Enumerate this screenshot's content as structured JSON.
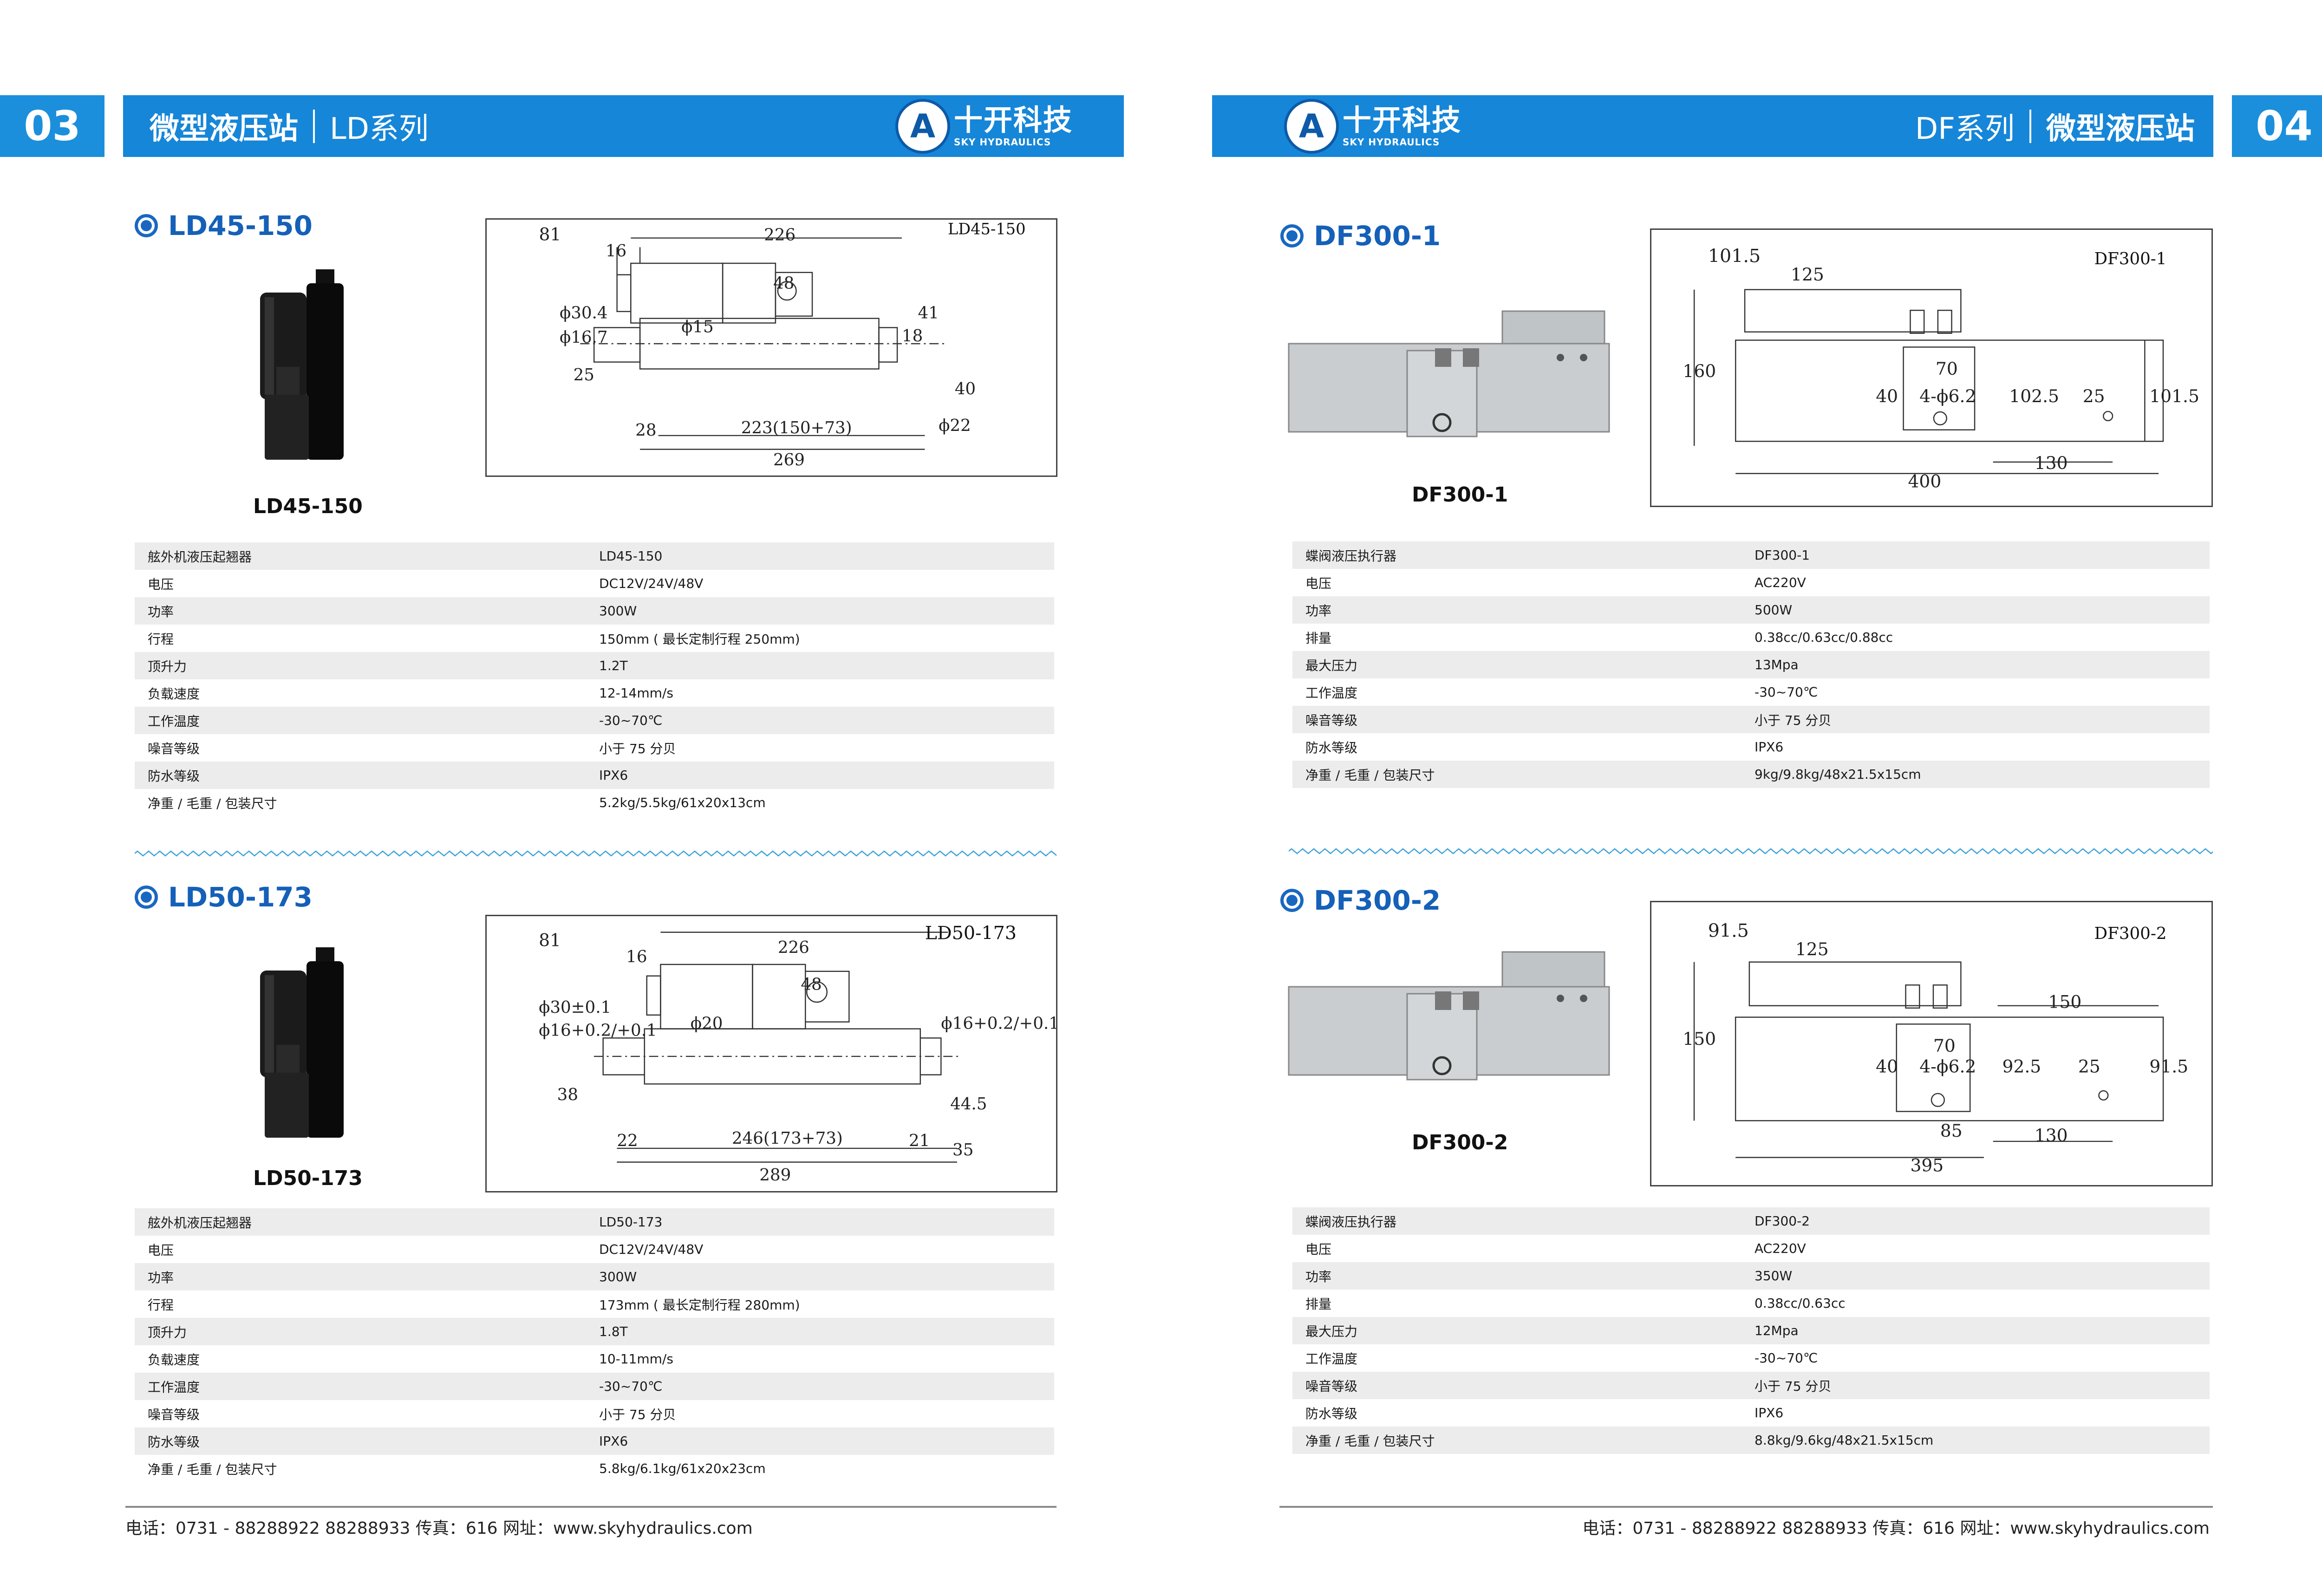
{
  "header": {
    "left_page": "03",
    "right_page": "04",
    "left_title_strong": "微型液压站",
    "left_title_series": "LD系列",
    "right_title_series": "DF系列",
    "right_title_strong": "微型液压站",
    "logo_cn": "十开科技",
    "logo_en": "SKY HYDRAULICS",
    "logo_mark": "A"
  },
  "colors": {
    "header_blue": "#1686d8",
    "page_num_blue": "#1b8fdc",
    "accent": "#1560b8",
    "row_shade": "#ececec"
  },
  "products": {
    "ld45": {
      "heading": "LD45-150",
      "caption": "LD45-150",
      "drawing": {
        "tag": "LD45-150",
        "roughness": "81",
        "dims": [
          "16",
          "226",
          "ϕ30.4",
          "ϕ16.7",
          "ϕ15",
          "48",
          "41",
          "18",
          "25",
          "40",
          "28",
          "223(150+73)",
          "ϕ22",
          "269"
        ]
      },
      "specs": [
        {
          "k": "舷外机液压起翘器",
          "v": "LD45-150"
        },
        {
          "k": "电压",
          "v": "DC12V/24V/48V"
        },
        {
          "k": "功率",
          "v": "300W"
        },
        {
          "k": "行程",
          "v": "150mm ( 最长定制行程 250mm)"
        },
        {
          "k": "顶升力",
          "v": "1.2T"
        },
        {
          "k": "负载速度",
          "v": "12-14mm/s"
        },
        {
          "k": "工作温度",
          "v": "-30~70℃"
        },
        {
          "k": "噪音等级",
          "v": "小于 75 分贝"
        },
        {
          "k": "防水等级",
          "v": "IPX6"
        },
        {
          "k": "净重 / 毛重 / 包装尺寸",
          "v": "5.2kg/5.5kg/61x20x13cm"
        }
      ]
    },
    "ld50": {
      "heading": "LD50-173",
      "caption": "LD50-173",
      "drawing": {
        "tag": "LD50-173",
        "roughness": "81",
        "dims": [
          "16",
          "226",
          "ϕ30±0.1",
          "ϕ16+0.2/+0.1",
          "ϕ20",
          "48",
          "ϕ16+0.2/+0.1",
          "38",
          "44.5",
          "22",
          "246(173+73)",
          "21",
          "35",
          "289"
        ]
      },
      "specs": [
        {
          "k": "舷外机液压起翘器",
          "v": "LD50-173"
        },
        {
          "k": "电压",
          "v": "DC12V/24V/48V"
        },
        {
          "k": "功率",
          "v": "300W"
        },
        {
          "k": "行程",
          "v": "173mm ( 最长定制行程 280mm)"
        },
        {
          "k": "顶升力",
          "v": "1.8T"
        },
        {
          "k": "负载速度",
          "v": "10-11mm/s"
        },
        {
          "k": "工作温度",
          "v": "-30~70℃"
        },
        {
          "k": "噪音等级",
          "v": "小于 75 分贝"
        },
        {
          "k": "防水等级",
          "v": "IPX6"
        },
        {
          "k": "净重 / 毛重 / 包装尺寸",
          "v": "5.8kg/6.1kg/61x20x23cm"
        }
      ]
    },
    "df1": {
      "heading": "DF300-1",
      "caption": "DF300-1",
      "drawing": {
        "tag": "DF300-1",
        "roughness": "101.5",
        "dims": [
          "125",
          "160",
          "70",
          "40",
          "4-ϕ6.2",
          "102.5",
          "25",
          "101.5",
          "400",
          "130"
        ]
      },
      "specs": [
        {
          "k": "蝶阀液压执行器",
          "v": "DF300-1"
        },
        {
          "k": "电压",
          "v": "AC220V"
        },
        {
          "k": "功率",
          "v": "500W"
        },
        {
          "k": "排量",
          "v": "0.38cc/0.63cc/0.88cc"
        },
        {
          "k": "最大压力",
          "v": "13Mpa"
        },
        {
          "k": "工作温度",
          "v": "-30~70℃"
        },
        {
          "k": "噪音等级",
          "v": "小于 75 分贝"
        },
        {
          "k": "防水等级",
          "v": "IPX6"
        },
        {
          "k": "净重 / 毛重 / 包装尺寸",
          "v": "9kg/9.8kg/48x21.5x15cm"
        }
      ]
    },
    "df2": {
      "heading": "DF300-2",
      "caption": "DF300-2",
      "drawing": {
        "tag": "DF300-2",
        "roughness": "91.5",
        "dims": [
          "125",
          "150",
          "150",
          "70",
          "40",
          "4-ϕ6.2",
          "92.5",
          "25",
          "91.5",
          "85",
          "130",
          "395"
        ]
      },
      "specs": [
        {
          "k": "蝶阀液压执行器",
          "v": "DF300-2"
        },
        {
          "k": "电压",
          "v": "AC220V"
        },
        {
          "k": "功率",
          "v": "350W"
        },
        {
          "k": "排量",
          "v": "0.38cc/0.63cc"
        },
        {
          "k": "最大压力",
          "v": "12Mpa"
        },
        {
          "k": "工作温度",
          "v": "-30~70℃"
        },
        {
          "k": "噪音等级",
          "v": "小于 75 分贝"
        },
        {
          "k": "防水等级",
          "v": "IPX6"
        },
        {
          "k": "净重 / 毛重 / 包装尺寸",
          "v": "8.8kg/9.6kg/48x21.5x15cm"
        }
      ]
    }
  },
  "footer": {
    "left": "电话：0731 - 88288922  88288933  传真：616  网址：www.skyhydraulics.com",
    "right": "电话：0731 - 88288922  88288933  传真：616  网址：www.skyhydraulics.com"
  }
}
